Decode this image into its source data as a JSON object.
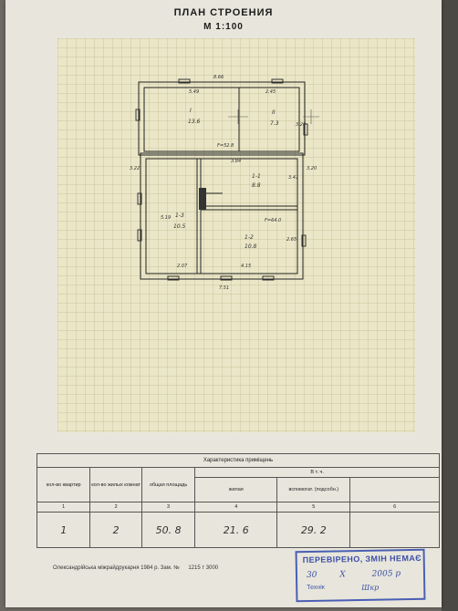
{
  "document": {
    "title": "ПЛАН СТРОЕНИЯ",
    "scale": "М 1:100"
  },
  "plan": {
    "dimensions": {
      "top_total": "8.66",
      "room1_top": "5.49",
      "room2_top": "2.45",
      "left_upper": "3.22",
      "right_upper": "3.20",
      "right_mid": "3.41",
      "right_lower": "2.65",
      "left_lower": "5.19",
      "room_middle_top": "3.84",
      "room_left_bottom": "2.07",
      "room_right_bottom": "4.15",
      "bottom_total": "7.51",
      "area_outer_upper": "F=52.8",
      "area_outer_lower": "F=64.0"
    },
    "rooms": [
      {
        "id": "I",
        "area": "13.6"
      },
      {
        "id": "II",
        "area": "7.3"
      },
      {
        "id": "1-1",
        "area": "8.8"
      },
      {
        "id": "1-3",
        "area": "10.5"
      },
      {
        "id": "1-2",
        "area": "10.8"
      }
    ]
  },
  "table": {
    "caption": "Характеристика приміщень",
    "headers": {
      "apartments": "кол-во квартир",
      "rooms": "кол-во жилых комнат",
      "total": "общая площадь",
      "including": "В т. ч.",
      "living": "жилая",
      "auxiliary": "вспомогат. (подсобн.)"
    },
    "col_numbers": [
      "1",
      "2",
      "3",
      "4",
      "5",
      "6"
    ],
    "row": {
      "apartments": "1",
      "rooms": "2",
      "total": "50. 8",
      "living": "21. 6",
      "auxiliary": "29. 2",
      "extra": ""
    }
  },
  "footer": {
    "print_info": "Олександрійська міжрайдрукарня 1984 р. Зам. №",
    "order": "1215 т 3000"
  },
  "stamp": {
    "text": "ПЕРЕВІРЕНО, ЗМІН НЕМАЄ",
    "date_day": "30",
    "date_month": "X",
    "date_year": "2005 р",
    "technician_label": "Технік",
    "technician_signature": "Шкр"
  }
}
